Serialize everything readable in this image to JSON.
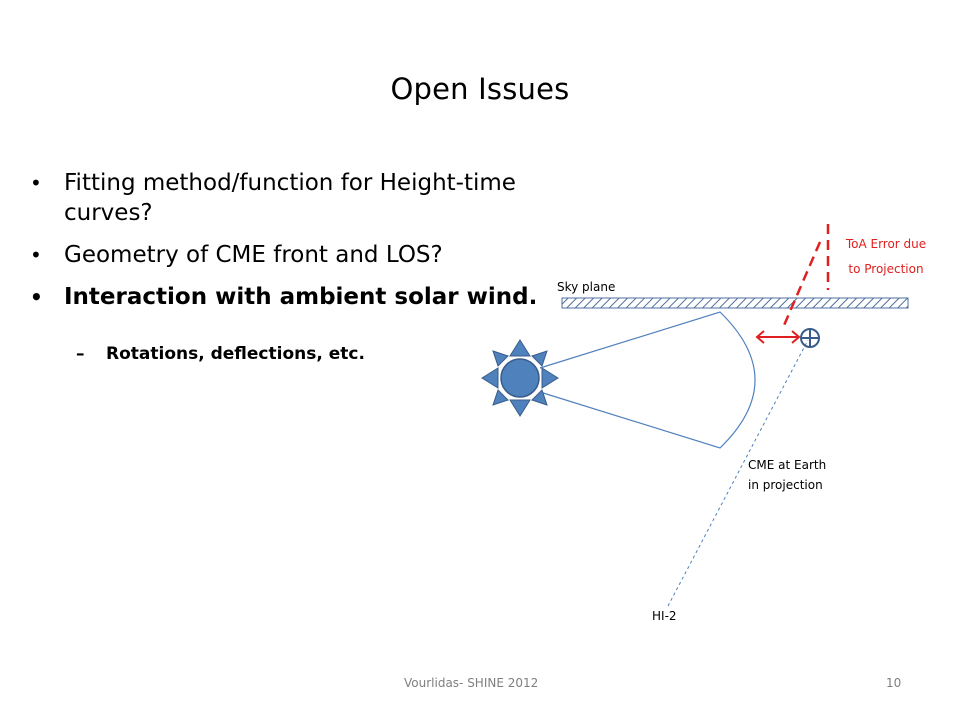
{
  "slide": {
    "title": "Open Issues",
    "bullets": [
      {
        "text": "Fitting method/function for Height-time curves?",
        "line1": "Fitting method/function for Height-time",
        "line2": "curves?"
      },
      {
        "text": "Geometry of CME front and LOS?"
      },
      {
        "text": "Interaction with ambient solar wind."
      }
    ],
    "sub_bullet": "Rotations, deflections, etc.",
    "bullet_glyph": "•",
    "dash_glyph": "–"
  },
  "diagram": {
    "sky_plane_label": "Sky plane",
    "toa_label_1": "ToA Error due",
    "toa_label_2": "to Projection",
    "cme_label_1": "CME at Earth",
    "cme_label_2": "in projection",
    "hi2_label": "HI-2",
    "colors": {
      "shape": "#4f81bd",
      "sun_fill": "#4f81bd",
      "sun_dark": "#385d8a",
      "error": "#e02020",
      "sky_plane": "#6a8fbf"
    }
  },
  "footer": {
    "source": "Vourlidas- SHINE 2012",
    "page": "10"
  }
}
